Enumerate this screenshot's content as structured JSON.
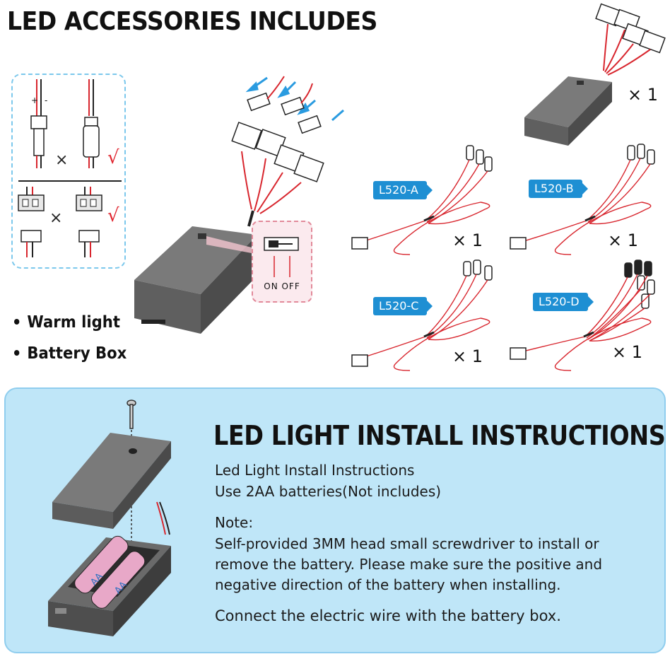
{
  "header": {
    "title": "LED ACCESSORIES INCLUDES"
  },
  "guide": {
    "polarity_plus": "+",
    "polarity_minus": "-",
    "cross": "×",
    "check": "√"
  },
  "switch": {
    "label": "ON OFF"
  },
  "bullets": [
    {
      "text": "Warm light"
    },
    {
      "text": "Battery Box"
    }
  ],
  "quantities": {
    "battery_box": "× 1",
    "l520_a": "× 1",
    "l520_b": "× 1",
    "l520_c": "× 1",
    "l520_d": "× 1"
  },
  "models": [
    {
      "label": "L520-A"
    },
    {
      "label": "L520-B"
    },
    {
      "label": "L520-C"
    },
    {
      "label": "L520-D"
    }
  ],
  "battery_cells": {
    "cell_label": "AA"
  },
  "instructions": {
    "title": "LED LIGHT INSTALL INSTRUCTIONS",
    "line1": "Led Light Install Instructions",
    "line2": "Use 2AA batteries(Not includes)",
    "note_heading": "Note:",
    "note_line1": "Self-provided 3MM head small screwdriver to install or",
    "note_line2": "remove the battery. Please make sure the positive and",
    "note_line3": "negative direction of the battery when installing.",
    "connect": "Connect the electric wire with the battery box."
  },
  "colors": {
    "accent_blue": "#1e8fd3",
    "panel_bg": "#bfe6f8",
    "panel_border": "#8fcdee",
    "wire_red": "#d8262e",
    "check_red": "#e0242e"
  }
}
